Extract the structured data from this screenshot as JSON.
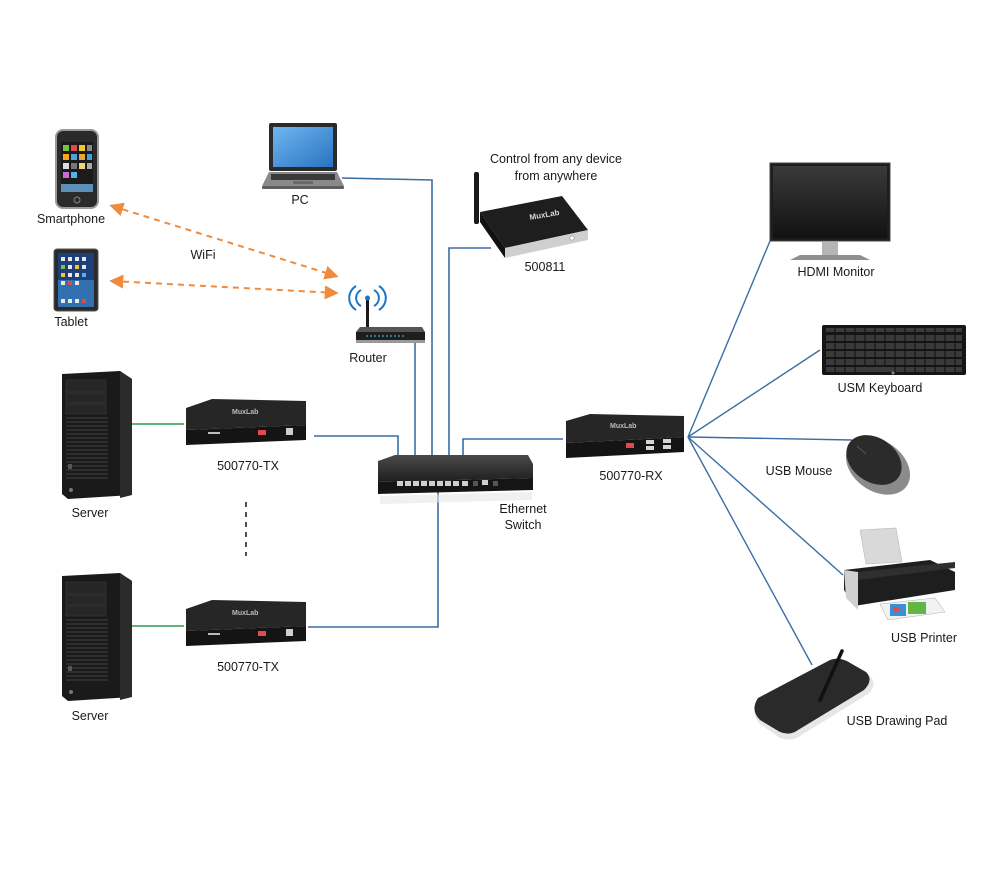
{
  "diagram": {
    "title": "",
    "colors": {
      "link": "#3a6ea5",
      "wifi": "#f08a3c",
      "server_link": "#2e9b4f",
      "device_dark": "#1c1c1c",
      "screen_blue": "#3d8fd8",
      "background": "#ffffff"
    },
    "nodes": {
      "smartphone": {
        "label": "Smartphone",
        "icon": "smartphone-icon"
      },
      "tablet": {
        "label": "Tablet",
        "icon": "tablet-icon"
      },
      "pc": {
        "label": "PC",
        "icon": "laptop-icon"
      },
      "controller": {
        "label": "500811",
        "caption_line1": "Control from any device",
        "caption_line2": "from anywhere",
        "icon": "network-controller-icon",
        "brand": "MuxLab"
      },
      "router": {
        "label": "Router",
        "icon": "wifi-router-icon"
      },
      "wifi": {
        "label": "WiFi"
      },
      "server1": {
        "label": "Server",
        "icon": "server-tower-icon"
      },
      "server2": {
        "label": "Server",
        "icon": "server-tower-icon"
      },
      "tx1": {
        "label": "500770-TX",
        "icon": "kvm-transmitter-icon",
        "brand": "MuxLab"
      },
      "tx2": {
        "label": "500770-TX",
        "icon": "kvm-transmitter-icon",
        "brand": "MuxLab"
      },
      "switch": {
        "label_line1": "Ethernet",
        "label_line2": "Switch",
        "icon": "ethernet-switch-icon"
      },
      "rx": {
        "label": "500770-RX",
        "icon": "kvm-receiver-icon",
        "brand": "MuxLab"
      },
      "monitor": {
        "label": "HDMI Monitor",
        "icon": "monitor-icon"
      },
      "keyboard": {
        "label": "USM Keyboard",
        "icon": "keyboard-icon"
      },
      "mouse": {
        "label": "USB Mouse",
        "icon": "mouse-icon"
      },
      "printer": {
        "label": "USB Printer",
        "icon": "printer-icon"
      },
      "drawing_pad": {
        "label": "USB Drawing Pad",
        "icon": "drawing-tablet-icon"
      }
    },
    "edges": [
      {
        "from": "smartphone",
        "to": "router",
        "type": "wifi",
        "style": "dashed",
        "arrows": "both"
      },
      {
        "from": "tablet",
        "to": "router",
        "type": "wifi",
        "style": "dashed",
        "arrows": "both"
      },
      {
        "from": "pc",
        "to": "switch",
        "type": "ethernet"
      },
      {
        "from": "controller",
        "to": "switch",
        "type": "ethernet"
      },
      {
        "from": "router",
        "to": "switch",
        "type": "ethernet"
      },
      {
        "from": "server1",
        "to": "tx1",
        "type": "hdmi-usb"
      },
      {
        "from": "server2",
        "to": "tx2",
        "type": "hdmi-usb"
      },
      {
        "from": "tx1",
        "to": "switch",
        "type": "ethernet"
      },
      {
        "from": "tx2",
        "to": "switch",
        "type": "ethernet"
      },
      {
        "from": "switch",
        "to": "rx",
        "type": "ethernet"
      },
      {
        "from": "rx",
        "to": "monitor",
        "type": "hdmi"
      },
      {
        "from": "rx",
        "to": "keyboard",
        "type": "usb"
      },
      {
        "from": "rx",
        "to": "mouse",
        "type": "usb"
      },
      {
        "from": "rx",
        "to": "printer",
        "type": "usb"
      },
      {
        "from": "rx",
        "to": "drawing_pad",
        "type": "usb"
      }
    ],
    "continuation": {
      "from": "tx1",
      "to": "tx2",
      "style": "dashed",
      "meaning": "more transmitters"
    }
  }
}
